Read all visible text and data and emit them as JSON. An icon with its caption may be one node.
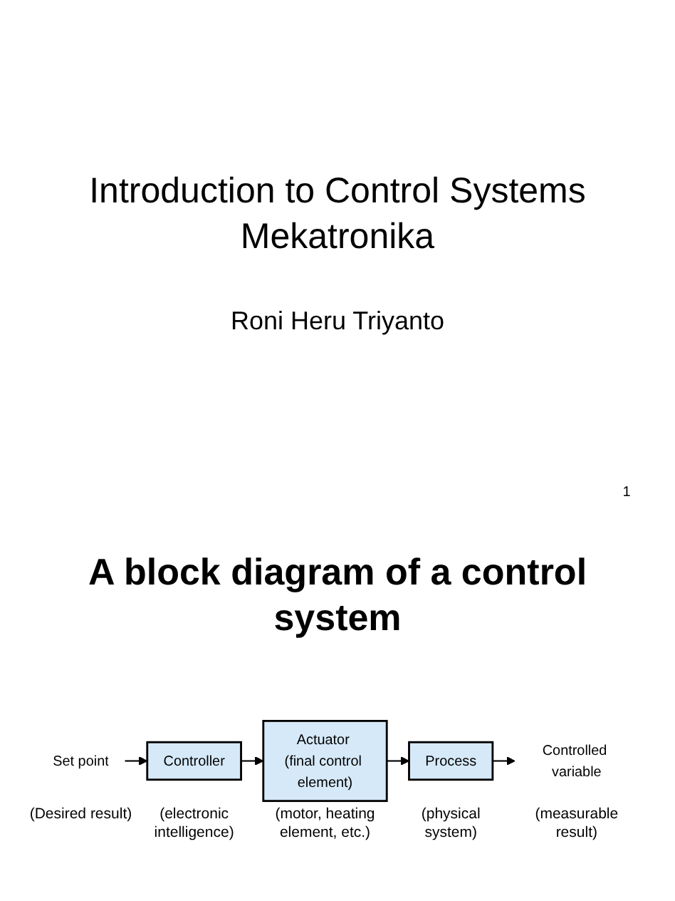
{
  "diagram": {
    "title": "Introduction to Control Systems Mekatronika",
    "nodes": [
      {
        "text": [
          "Set point"
        ],
        "beside": [
          "(Desired result)"
        ]
      },
      {
        "text": [
          "Controller"
        ],
        "beside": [
          "(electronic intelligence)"
        ]
      },
      {
        "text": [
          "Actuator (final control element)"
        ],
        "beside": [
          "(motor, heating element, etc.)"
        ]
      },
      {
        "text": [
          "Process"
        ],
        "beside": [
          "(physical system)"
        ]
      },
      {
        "text": [
          "Controlled variable"
        ],
        "beside": [
          "(measurable result)"
        ]
      }
    ],
    "edges": [
      {
        "from": 0,
        "to": 1,
        "arrow": "to"
      },
      {
        "from": 1,
        "to": 2,
        "arrow": "to"
      },
      {
        "from": 2,
        "to": 3,
        "arrow": "to"
      },
      {
        "from": 3,
        "to": 4,
        "arrow": "to"
      }
    ],
    "labels": [
      "Roni Heru Triyanto",
      "1",
      "A block diagram of a control system"
    ]
  }
}
